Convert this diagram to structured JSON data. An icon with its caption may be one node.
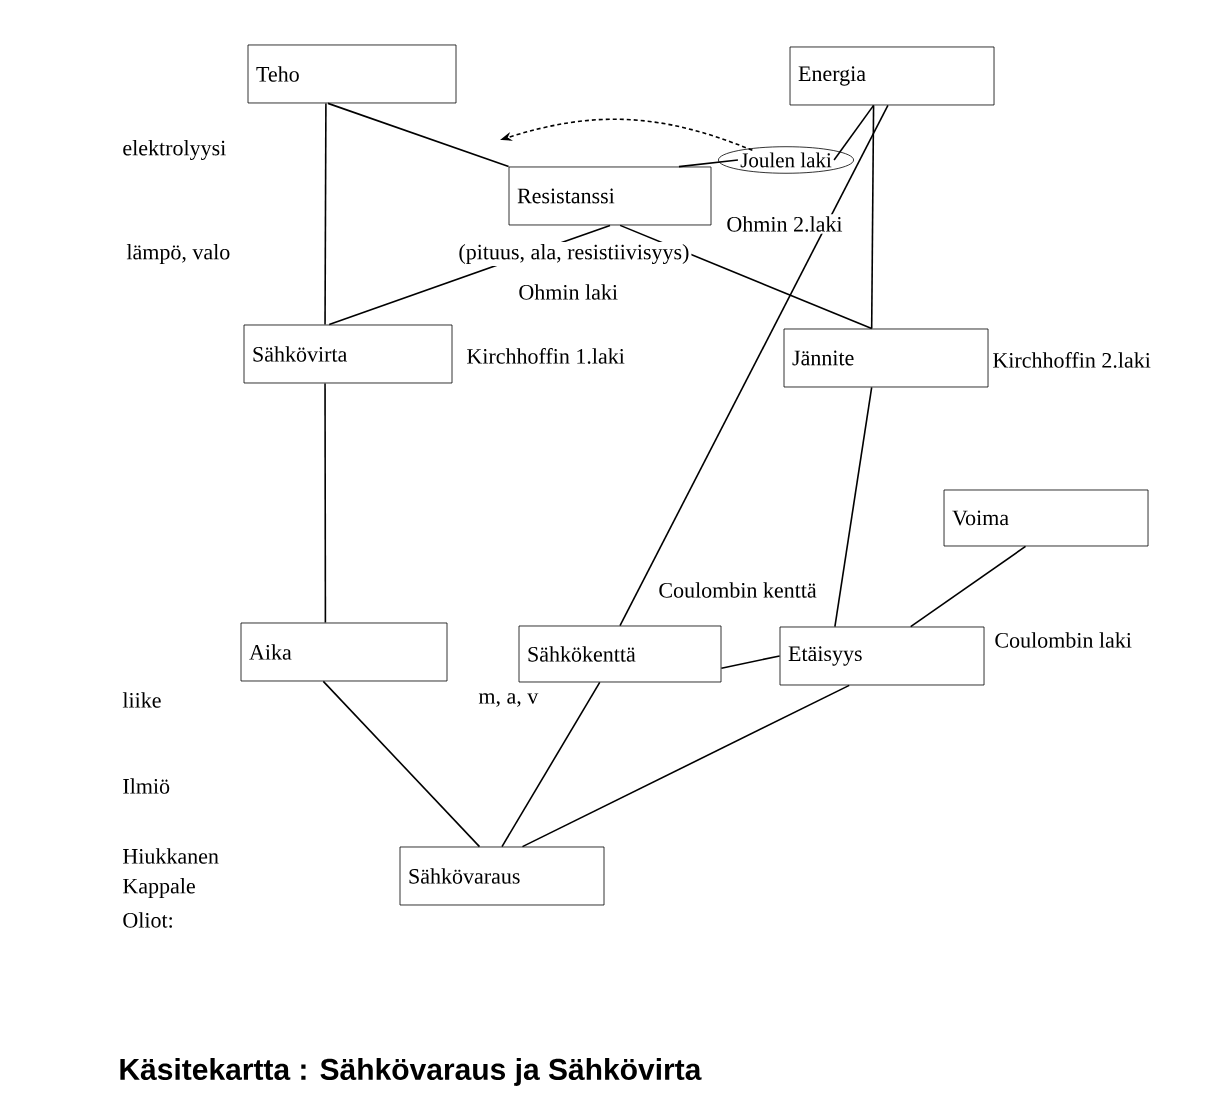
{
  "diagram": {
    "title": "Käsitekartta : Sähkövaraus ja Sähkövirta",
    "nodes": [
      {
        "text": [
          "Teho"
        ]
      },
      {
        "text": [
          "Energia"
        ]
      },
      {
        "text": [
          "Joulen laki"
        ]
      },
      {
        "text": [
          "Resistanssi"
        ]
      },
      {
        "text": [
          "Sähkövirta"
        ]
      },
      {
        "text": [
          "Jännite"
        ]
      },
      {
        "text": [
          "Voima"
        ]
      },
      {
        "text": [
          "Aika"
        ]
      },
      {
        "text": [
          "Sähkökenttä"
        ]
      },
      {
        "text": [
          "Etäisyys"
        ]
      },
      {
        "text": [
          "Sähkövaraus"
        ]
      }
    ],
    "edges": [
      {
        "from": 0,
        "to": 4,
        "arrow": "none"
      },
      {
        "from": 0,
        "to": 3,
        "arrow": "none"
      },
      {
        "from": 1,
        "to": 2,
        "arrow": "none"
      },
      {
        "from": 2,
        "to": 3,
        "arrow": "none"
      },
      {
        "from": 2,
        "to": null,
        "arrow": "to",
        "style": "dashed"
      },
      {
        "from": 1,
        "to": 5,
        "arrow": "none"
      },
      {
        "from": 1,
        "to": 8,
        "arrow": "none"
      },
      {
        "from": 3,
        "to": 4,
        "arrow": "none"
      },
      {
        "from": 3,
        "to": 5,
        "arrow": "none"
      },
      {
        "from": 4,
        "to": 7,
        "arrow": "none"
      },
      {
        "from": 5,
        "to": 9,
        "arrow": "none"
      },
      {
        "from": 6,
        "to": 9,
        "arrow": "none"
      },
      {
        "from": 8,
        "to": 9,
        "arrow": "none"
      },
      {
        "from": 9,
        "to": 10,
        "arrow": "none"
      },
      {
        "from": 7,
        "to": 10,
        "arrow": "none"
      },
      {
        "from": 8,
        "to": 10,
        "arrow": "none"
      }
    ],
    "labels": [
      "elektrolyysi",
      "Ohmin 2.laki",
      "lämpö, valo",
      "(pituus, ala, resistiivisyys)",
      "Ohmin laki",
      "Kirchhoffin 1.laki",
      "Kirchhoffin 2.laki",
      "Coulombin kenttä",
      "Coulombin laki",
      "liike",
      "m, a, v",
      "Ilmiö",
      "Hiukkanen",
      "Kappale",
      "Oliot:"
    ]
  }
}
